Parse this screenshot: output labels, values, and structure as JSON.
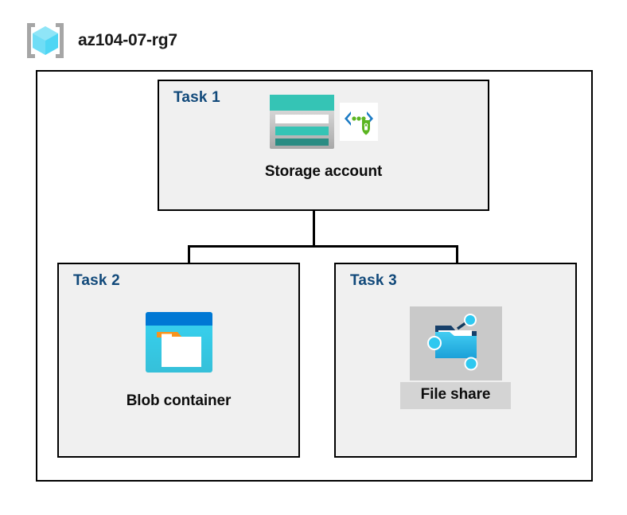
{
  "header": {
    "icon": "resource-group-icon",
    "title": "az104-07-rg7"
  },
  "diagram": {
    "container_name": "resource-group-container",
    "tasks": [
      {
        "id": "task-1",
        "label": "Task 1",
        "node_label": "Storage account",
        "icons": [
          "storage-account-icon",
          "secure-endpoint-icon"
        ]
      },
      {
        "id": "task-2",
        "label": "Task 2",
        "node_label": "Blob container",
        "icons": [
          "blob-container-icon"
        ]
      },
      {
        "id": "task-3",
        "label": "Task 3",
        "node_label": "File share",
        "icons": [
          "file-share-icon"
        ]
      }
    ],
    "connectors": [
      {
        "name": "storage-to-branch-trunk"
      },
      {
        "name": "branch-horizontal-bar"
      },
      {
        "name": "branch-to-blob-container"
      },
      {
        "name": "branch-to-file-share"
      }
    ]
  },
  "colors": {
    "task_label": "#11497a",
    "task_box_fill": "#f0f0f0",
    "container_fill": "#ffffff",
    "border": "#000000",
    "storage_teal": "#35c4b5",
    "storage_teal_dark": "#2a8c83",
    "blob_blue": "#0078d4",
    "blob_cyan": "#32c8e8",
    "blob_orange": "#f7941e",
    "fileshare_cyan": "#32bde8",
    "shield_green": "#5bb521",
    "bracket_blue": "#1b7bc4",
    "cube_cyan": "#7fe3f7",
    "bracket_gray": "#a6a6a6",
    "fileshare_icon_bg": "#c9c9c9",
    "fileshare_label_bg": "#d4d4d4"
  }
}
